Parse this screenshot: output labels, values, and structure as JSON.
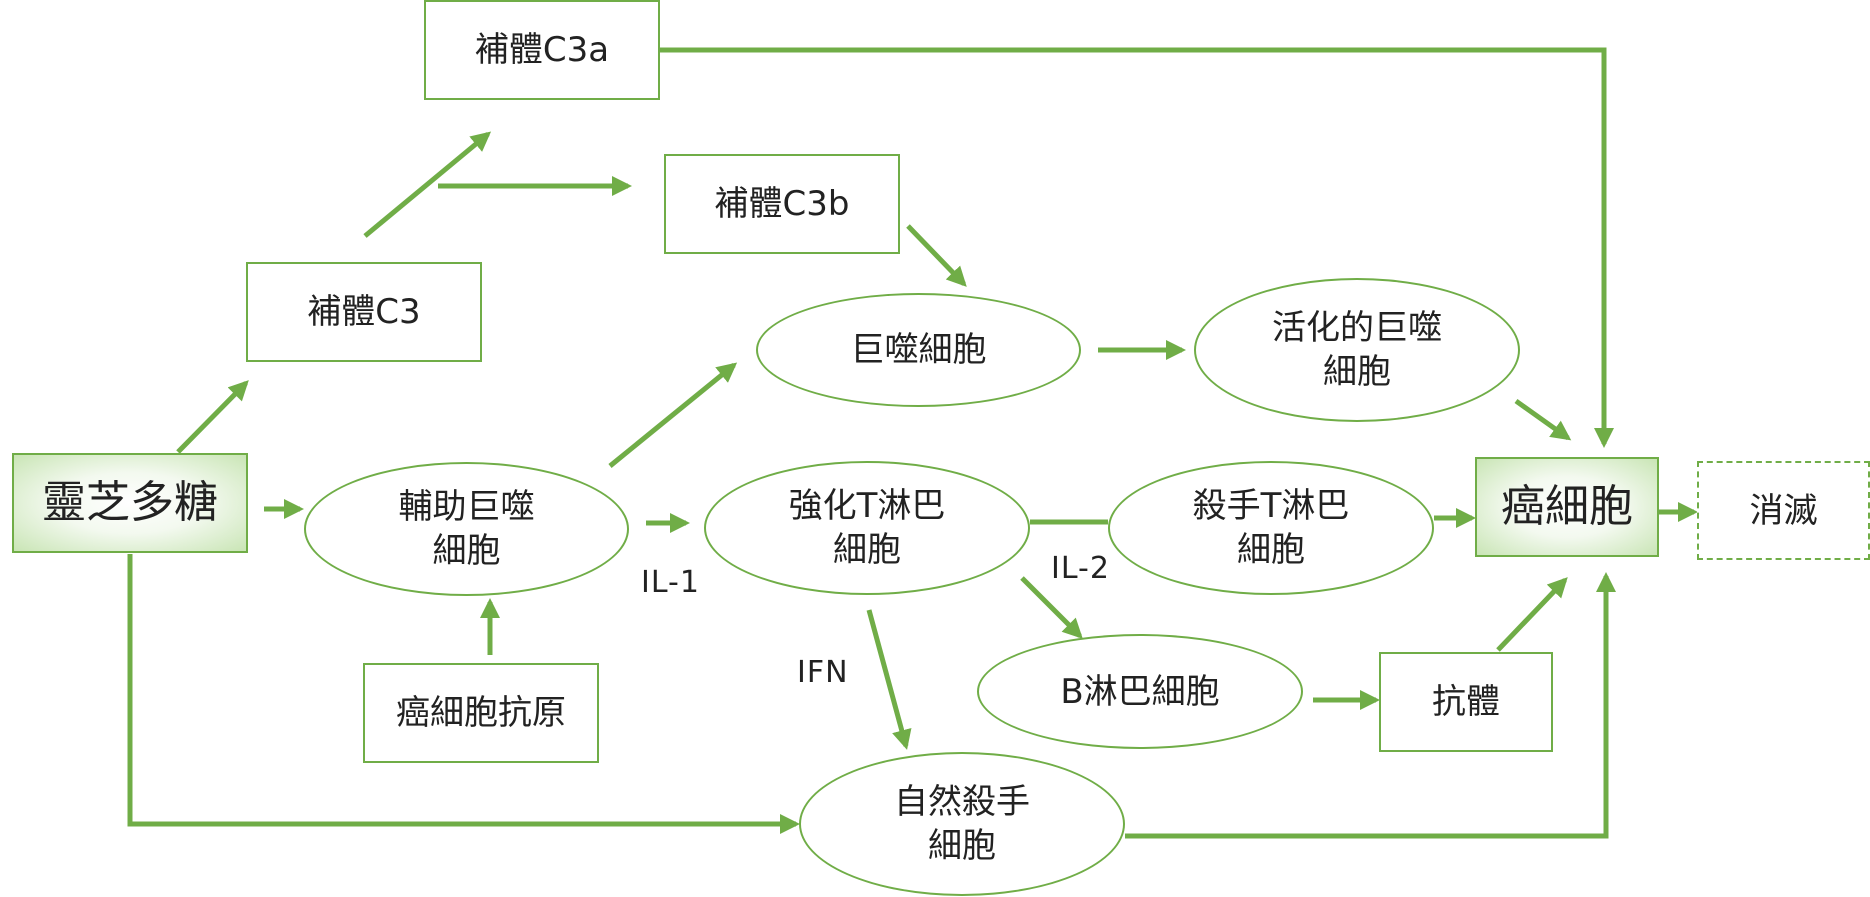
{
  "nodes": {
    "lingzhi": "靈芝多糖",
    "c3": "補體C3",
    "c3a": "補體C3a",
    "c3b": "補體C3b",
    "helper_macrophage": "輔助巨噬\n細胞",
    "antigen": "癌細胞抗原",
    "macrophage": "巨噬細胞",
    "activated_macrophage": "活化的巨噬\n細胞",
    "enhanced_t": "強化T淋巴\n細胞",
    "killer_t": "殺手T淋巴\n細胞",
    "b_cell": "B淋巴細胞",
    "antibody": "抗體",
    "nk_cell": "自然殺手\n細胞",
    "cancer_cell": "癌細胞",
    "eliminate": "消滅"
  },
  "labels": {
    "il1": "IL-1",
    "il2": "IL-2",
    "ifn": "IFN"
  },
  "colors": {
    "arrow": "#70ad47",
    "border": "#70ad47",
    "highlight_fill": "#c9e5b5"
  }
}
